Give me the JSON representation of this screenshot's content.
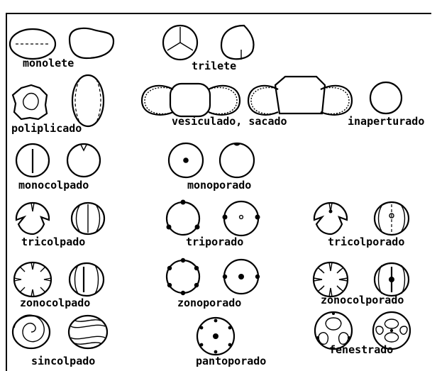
{
  "labels": {
    "monolete": "monolete",
    "trilete": "trilete",
    "poliplicado": "poliplicado",
    "vesiculado": "vesiculado, sacado",
    "inaperturado": "inaperturado",
    "monocolpado": "monocolpado",
    "monoporado": "monoporado",
    "tricolpado": "tricolpado",
    "triporado": "triporado",
    "tricolporado": "tricolporado",
    "zonocolpado": "zonocolpado",
    "zonoporado": "zonoporado",
    "zonocolporado": "zonocolporado",
    "sincolpado": "sincolpado",
    "pantoporado": "pantoporado",
    "fenestrado": "fenestrado"
  }
}
